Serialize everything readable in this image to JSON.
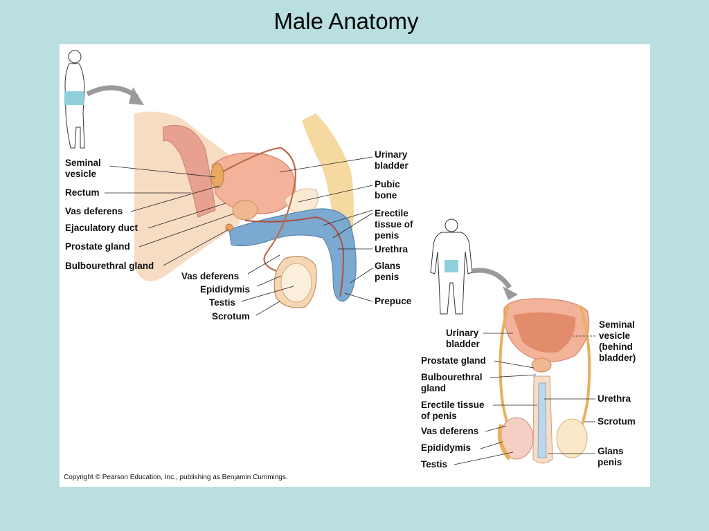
{
  "title": "Male Anatomy",
  "colors": {
    "background": "#b9dfe0",
    "panel": "#ffffff",
    "bladder": "#f2b39a",
    "erectile": "#7ba9cf",
    "duct": "#e8b060"
  },
  "side_view_labels": {
    "seminal_vesicle": "Seminal\nvesicle",
    "rectum": "Rectum",
    "vas_deferens": "Vas deferens",
    "ejaculatory_duct": "Ejaculatory duct",
    "prostate_gland": "Prostate gland",
    "bulbourethral_gland": "Bulbourethral gland",
    "vas_deferens_lower": "Vas deferens",
    "epididymis": "Epididymis",
    "testis": "Testis",
    "scrotum": "Scrotum",
    "urinary_bladder": "Urinary\nbladder",
    "pubic_bone": "Pubic\nbone",
    "erectile_tissue": "Erectile\ntissue of\npenis",
    "urethra": "Urethra",
    "glans_penis": "Glans\npenis",
    "prepuce": "Prepuce"
  },
  "front_view_labels": {
    "urinary_bladder": "Urinary\nbladder",
    "prostate_gland": "Prostate gland",
    "bulbourethral_gland": "Bulbourethral\ngland",
    "erectile_tissue": "Erectile tissue\nof penis",
    "vas_deferens": "Vas deferens",
    "epididymis": "Epididymis",
    "testis": "Testis",
    "seminal_vesicle": "Seminal\nvesicle\n(behind\n bladder)",
    "urethra": "Urethra",
    "scrotum": "Scrotum",
    "glans_penis": "Glans\npenis"
  },
  "copyright": "Copyright © Pearson Education, Inc., publishing as Benjamin Cummings."
}
